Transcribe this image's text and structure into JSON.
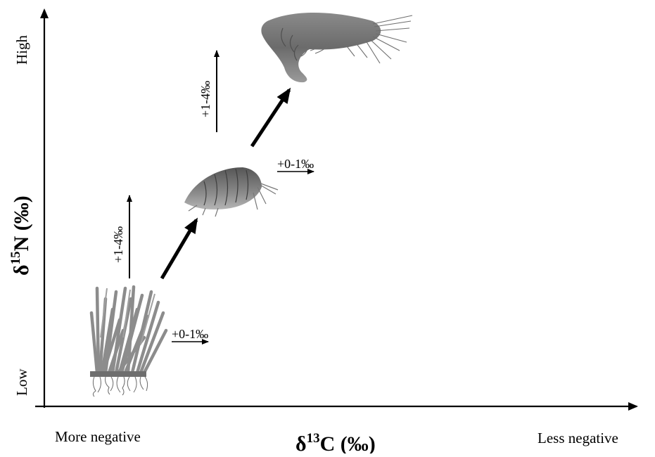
{
  "axes": {
    "x_title": {
      "symbol": "δ",
      "superscript": "13",
      "element": "C",
      "unit": " (‰)"
    },
    "y_title": {
      "symbol": "δ",
      "superscript": "15",
      "element": "N",
      "unit": " (‰)"
    },
    "x_low_label": "More negative",
    "x_high_label": "Less negative",
    "y_low_label": "Low",
    "y_high_label": "High"
  },
  "trophic_levels": [
    {
      "organism": "seagrass-plant"
    },
    {
      "organism": "amphipod"
    },
    {
      "organism": "shrimp"
    }
  ],
  "enrichment": {
    "nitrogen_step_1": "+1-4‰",
    "nitrogen_step_2": "+1-4‰",
    "carbon_step_1": "+0-1‰",
    "carbon_step_2": "+0-1‰"
  }
}
